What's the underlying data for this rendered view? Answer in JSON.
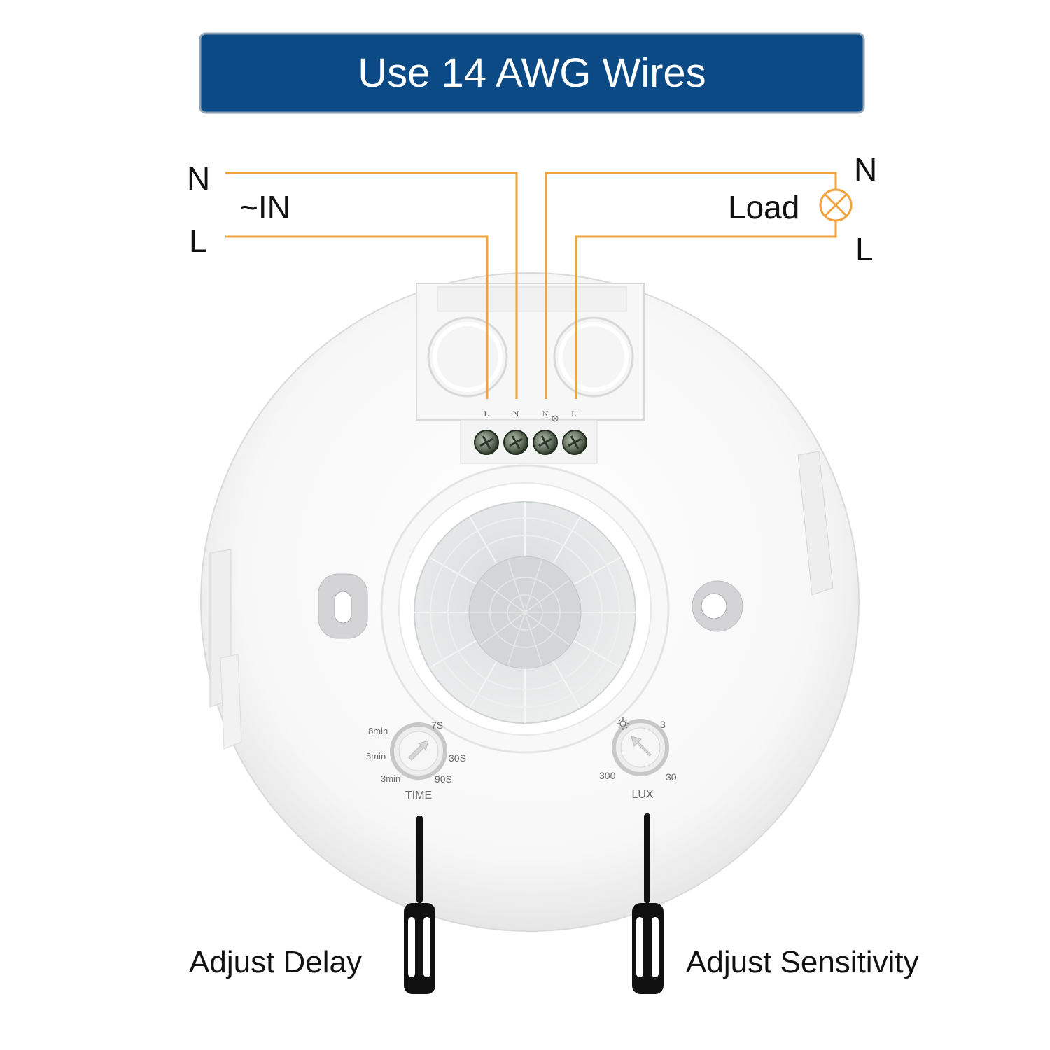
{
  "banner": {
    "text": "Use 14 AWG Wires",
    "background": "#0b4a85",
    "text_color": "#ffffff"
  },
  "wiring": {
    "wire_color": "#f0a23c",
    "input": {
      "n_label": "N",
      "l_label": "L",
      "caption": "~IN"
    },
    "load": {
      "n_label": "N",
      "l_label": "L",
      "caption": "Load"
    }
  },
  "terminals": {
    "labels": [
      "L",
      "N",
      "N",
      "L'"
    ]
  },
  "time_dial": {
    "title": "TIME",
    "marks": [
      "8min",
      "7S",
      "5min",
      "30S",
      "3min",
      "90S"
    ]
  },
  "lux_dial": {
    "title": "LUX",
    "marks": [
      "3",
      "300",
      "30"
    ]
  },
  "captions": {
    "delay": "Adjust Delay",
    "sensitivity": "Adjust Sensitivity"
  }
}
